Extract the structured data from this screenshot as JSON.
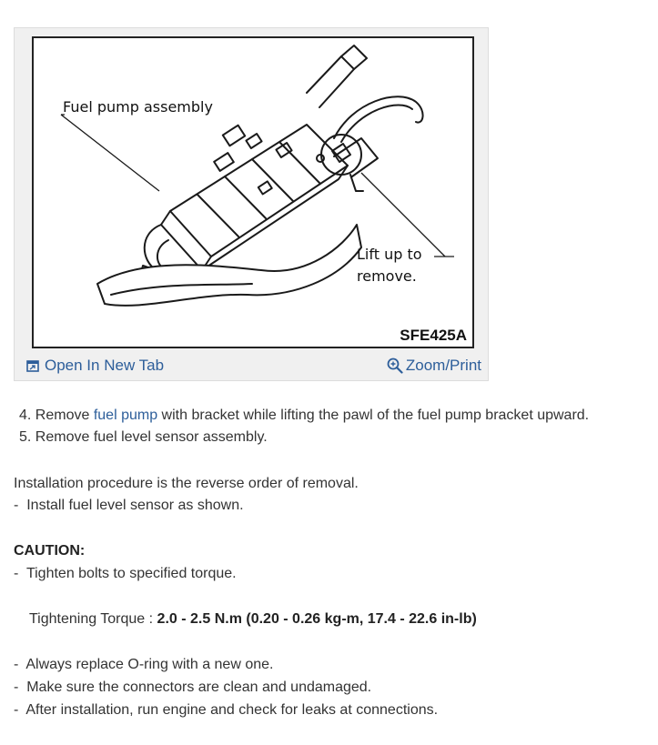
{
  "figure": {
    "label_assembly": "Fuel pump assembly",
    "label_lift_line1": "Lift up to",
    "label_lift_line2": "remove.",
    "code": "SFE425A",
    "open_tab_label": "Open In New Tab",
    "zoom_label": "Zoom/Print",
    "open_tab_icon": "open-new-tab-icon",
    "zoom_icon": "zoom-magnifier-icon",
    "link_color": "#2d5e9a"
  },
  "steps": [
    {
      "num": "4.",
      "before": "Remove",
      "link": "fuel pump",
      "after": "with bracket while lifting the pawl of the fuel pump bracket upward."
    },
    {
      "num": "5.",
      "text": "Remove fuel level sensor assembly."
    }
  ],
  "installation": {
    "heading": "Installation procedure is the reverse order of removal.",
    "item": "Install fuel level sensor as shown."
  },
  "caution": {
    "heading": "CAUTION:",
    "item1": "Tighten bolts to specified torque.",
    "torque_label": "Tightening Torque :",
    "torque_value": "2.0 - 2.5 N.m (0.20 - 0.26 kg-m, 17.4 - 22.6 in-lb)",
    "items": [
      "Always replace O-ring with a new one.",
      "Make sure the connectors are clean and undamaged.",
      "After installation, run engine and check for leaks at connections."
    ]
  }
}
